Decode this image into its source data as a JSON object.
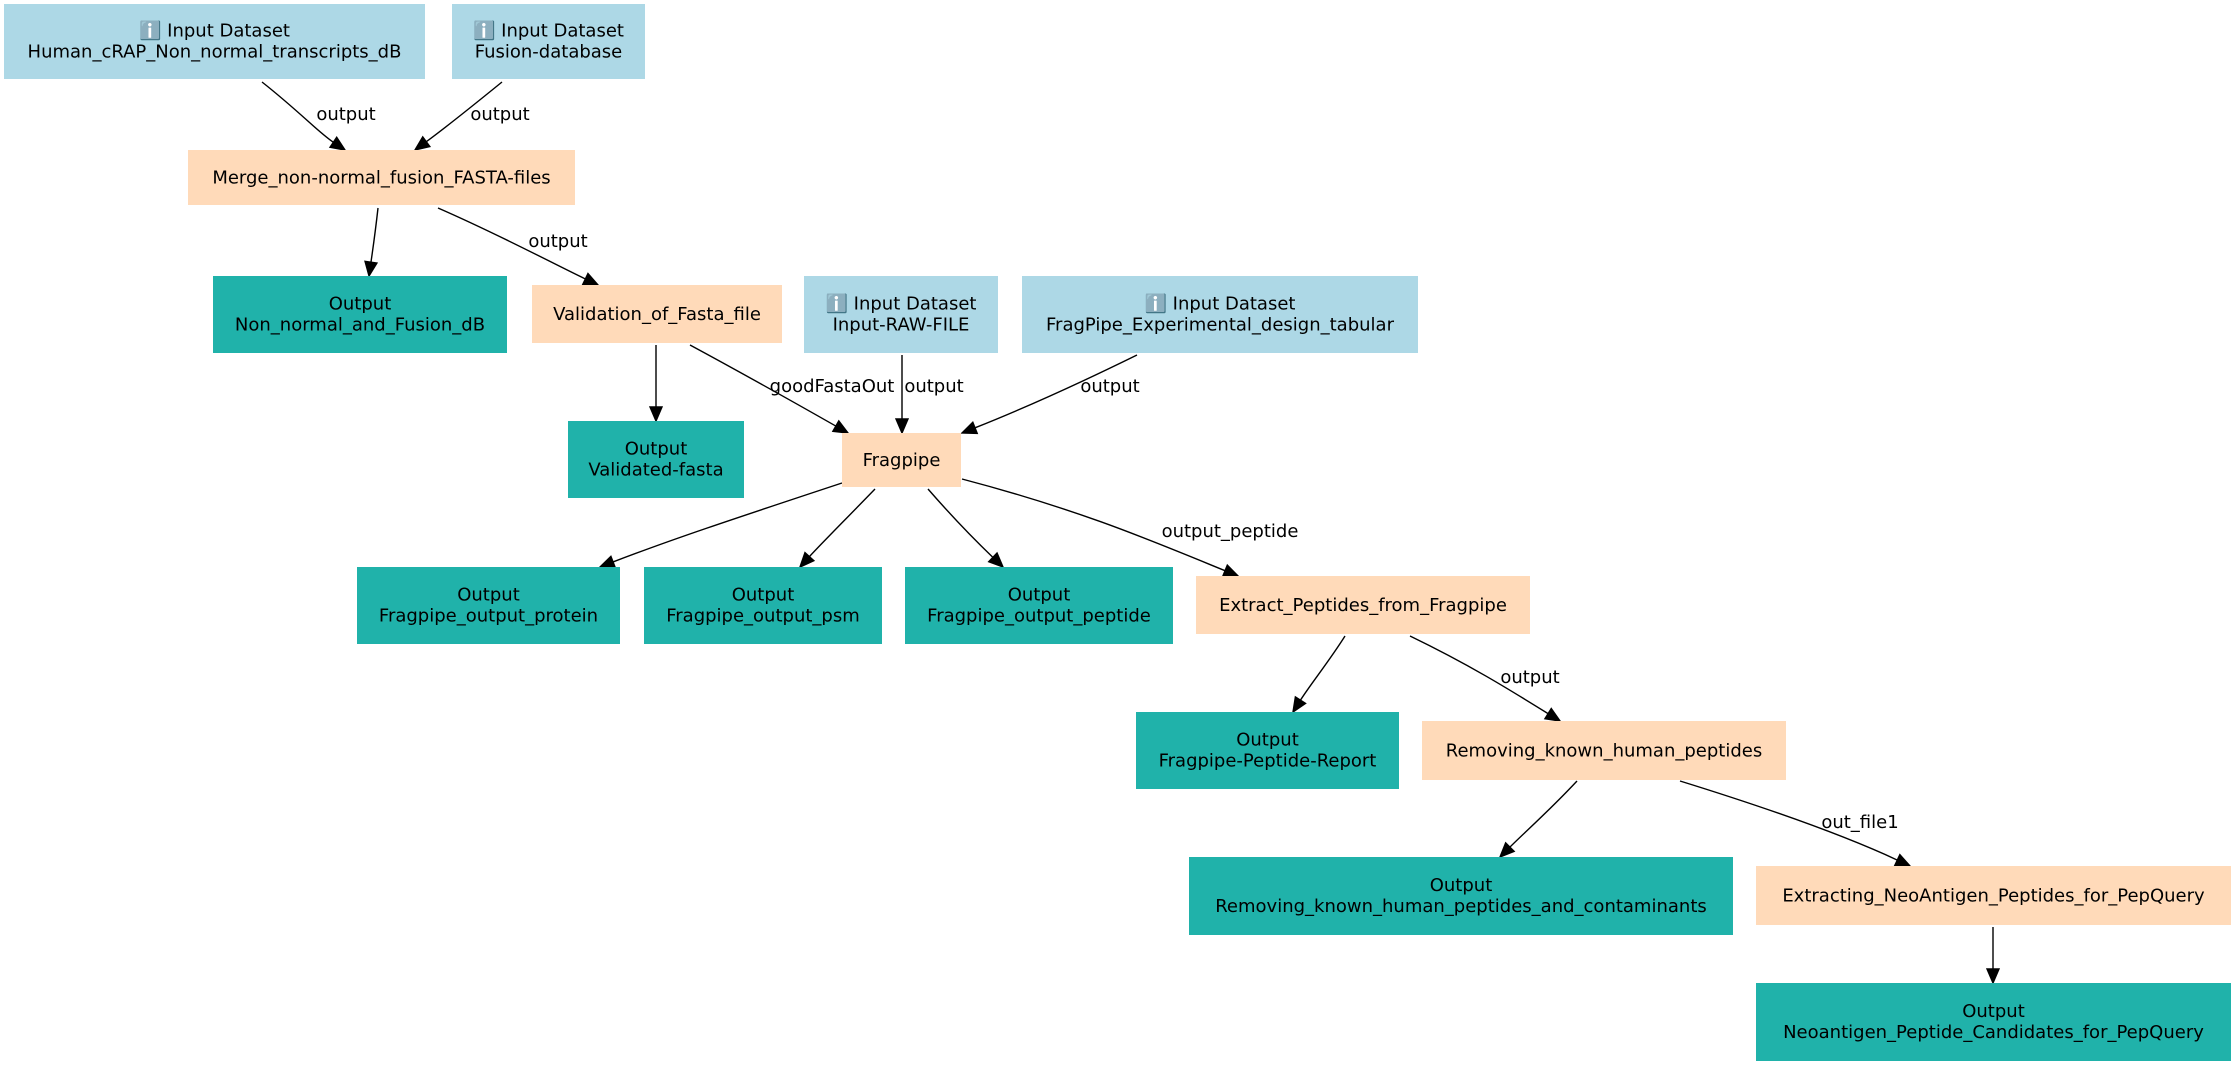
{
  "nodes": {
    "in_crap": {
      "kind": "input",
      "line1": "ℹ️ Input Dataset",
      "line2": "Human_cRAP_Non_normal_transcripts_dB"
    },
    "in_fusion": {
      "kind": "input",
      "line1": "ℹ️ Input Dataset",
      "line2": "Fusion-database"
    },
    "merge": {
      "kind": "tool",
      "line1": "Merge_non-normal_fusion_FASTA-files"
    },
    "out_nonnormal": {
      "kind": "output",
      "line1": "Output",
      "line2": "Non_normal_and_Fusion_dB"
    },
    "validation": {
      "kind": "tool",
      "line1": "Validation_of_Fasta_file"
    },
    "in_raw": {
      "kind": "input",
      "line1": "ℹ️ Input Dataset",
      "line2": "Input-RAW-FILE"
    },
    "in_design": {
      "kind": "input",
      "line1": "ℹ️ Input Dataset",
      "line2": "FragPipe_Experimental_design_tabular"
    },
    "out_validated": {
      "kind": "output",
      "line1": "Output",
      "line2": "Validated-fasta"
    },
    "fragpipe": {
      "kind": "tool",
      "line1": "Fragpipe"
    },
    "out_protein": {
      "kind": "output",
      "line1": "Output",
      "line2": "Fragpipe_output_protein"
    },
    "out_psm": {
      "kind": "output",
      "line1": "Output",
      "line2": "Fragpipe_output_psm"
    },
    "out_peptide": {
      "kind": "output",
      "line1": "Output",
      "line2": "Fragpipe_output_peptide"
    },
    "extract": {
      "kind": "tool",
      "line1": "Extract_Peptides_from_Fragpipe"
    },
    "out_report": {
      "kind": "output",
      "line1": "Output",
      "line2": "Fragpipe-Peptide-Report"
    },
    "removing": {
      "kind": "tool",
      "line1": "Removing_known_human_peptides"
    },
    "out_removing": {
      "kind": "output",
      "line1": "Output",
      "line2": "Removing_known_human_peptides_and_contaminants"
    },
    "extracting": {
      "kind": "tool",
      "line1": "Extracting_NeoAntigen_Peptides_for_PepQuery"
    },
    "out_neo": {
      "kind": "output",
      "line1": "Output",
      "line2": "Neoantigen_Peptide_Candidates_for_PepQuery"
    }
  },
  "edges": [
    {
      "from": "in_crap",
      "to": "merge",
      "label": "output"
    },
    {
      "from": "in_fusion",
      "to": "merge",
      "label": "output"
    },
    {
      "from": "merge",
      "to": "out_nonnormal",
      "label": ""
    },
    {
      "from": "merge",
      "to": "validation",
      "label": "output"
    },
    {
      "from": "validation",
      "to": "out_validated",
      "label": ""
    },
    {
      "from": "validation",
      "to": "fragpipe",
      "label": "goodFastaOut"
    },
    {
      "from": "in_raw",
      "to": "fragpipe",
      "label": "output"
    },
    {
      "from": "in_design",
      "to": "fragpipe",
      "label": "output"
    },
    {
      "from": "fragpipe",
      "to": "out_protein",
      "label": ""
    },
    {
      "from": "fragpipe",
      "to": "out_psm",
      "label": ""
    },
    {
      "from": "fragpipe",
      "to": "out_peptide",
      "label": ""
    },
    {
      "from": "fragpipe",
      "to": "extract",
      "label": "output_peptide"
    },
    {
      "from": "extract",
      "to": "out_report",
      "label": ""
    },
    {
      "from": "extract",
      "to": "removing",
      "label": "output"
    },
    {
      "from": "removing",
      "to": "out_removing",
      "label": ""
    },
    {
      "from": "removing",
      "to": "extracting",
      "label": "out_file1"
    },
    {
      "from": "extracting",
      "to": "out_neo",
      "label": ""
    }
  ]
}
